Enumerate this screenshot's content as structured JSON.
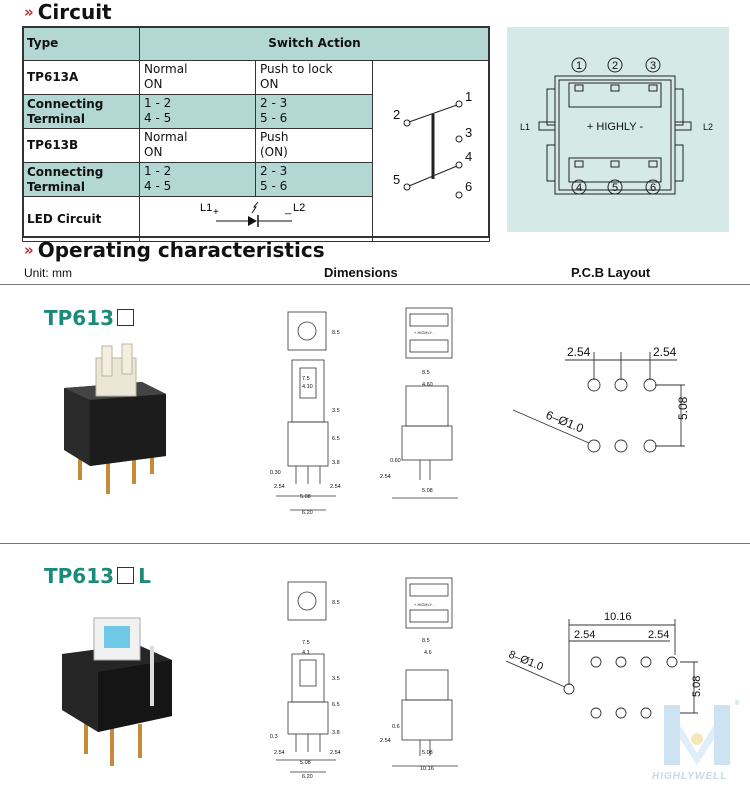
{
  "circuit_section": {
    "title": "Circuit",
    "table": {
      "headers": [
        "Type",
        "Switch Action"
      ],
      "rows": [
        {
          "label": "TP613A",
          "col1": [
            "Normal",
            "ON"
          ],
          "col2": [
            "Push to lock",
            "ON"
          ],
          "shaded": false
        },
        {
          "label": [
            "Connecting",
            "Terminal"
          ],
          "col1": [
            "1 - 2",
            "4 - 5"
          ],
          "col2": [
            "2 - 3",
            "5 - 6"
          ],
          "shaded": true
        },
        {
          "label": "TP613B",
          "col1": [
            "Normal",
            "ON"
          ],
          "col2": [
            "Push",
            "(ON)"
          ],
          "shaded": false
        },
        {
          "label": [
            "Connecting",
            "Terminal"
          ],
          "col1": [
            "1 - 2",
            "4 - 5"
          ],
          "col2": [
            "2 - 3",
            "5 - 6"
          ],
          "shaded": true
        },
        {
          "label": "LED Circuit"
        }
      ],
      "led": {
        "l1": "L1",
        "plus": "+",
        "l2": "L2",
        "minus": "_"
      }
    },
    "schematic_terminals": [
      "1",
      "2",
      "3",
      "4",
      "5",
      "6"
    ],
    "top_view": {
      "pins_top": [
        "1",
        "2",
        "3"
      ],
      "pins_bottom": [
        "4",
        "5",
        "6"
      ],
      "l1": "L1",
      "l2": "L2",
      "text": "+ HIGHLY -"
    }
  },
  "operating_section": {
    "title": "Operating characteristics",
    "unit": "Unit: mm",
    "col_dimensions": "Dimensions",
    "col_pcb": "P.C.B Layout"
  },
  "products": [
    {
      "model": "TP613",
      "suffix": "",
      "dims": {
        "side_h": "8.5",
        "w_top": "7.5",
        "w_inner": "4.10",
        "h1": "3.5",
        "h2": "6.5",
        "h3": "3.8",
        "pin": "0.30",
        "p1": "2.54",
        "p2": "5.08",
        "p3": "2.54",
        "w_bot": "6.20",
        "w2": "8.5",
        "w2_inner": "4.60",
        "pin2": "0.60",
        "p4": "2.54",
        "p5": "5.08",
        "badge": "+ HIGHLY -"
      },
      "pcb": {
        "pitch_a": "2.54",
        "pitch_b": "2.54",
        "height": "5.08",
        "holes": "6–Ø1.0"
      }
    },
    {
      "model": "TP613",
      "suffix": "L",
      "dims": {
        "side_h": "8.5",
        "w_top": "7.5",
        "w_inner": "4.1",
        "h1": "3.5",
        "h2": "6.5",
        "h3": "3.8",
        "pin": "0.3",
        "p1": "2.54",
        "p2": "5.08",
        "p3": "2.54",
        "w_bot": "6.20",
        "w2": "8.5",
        "w2_inner": "4.6",
        "pin2": "0.6",
        "p4": "2.54",
        "p5": "5.08",
        "w_total": "10.16",
        "badge": "+ HIGHLY -"
      },
      "pcb": {
        "total": "10.16",
        "pitch_a": "2.54",
        "pitch_b": "2.54",
        "height": "5.08",
        "holes": "8–Ø1.0"
      }
    }
  ],
  "watermark": "HIGHLYWELL",
  "colors": {
    "accent": "#c0282b",
    "teal": "#1b8a78",
    "shade": "#b3d7d3",
    "topview": "#d5e9e7"
  }
}
